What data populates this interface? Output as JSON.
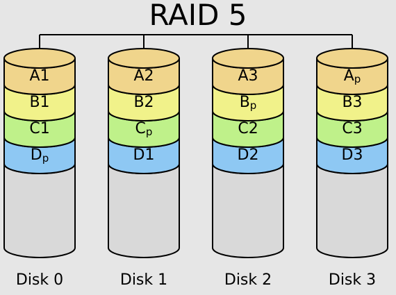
{
  "diagram": {
    "title": "RAID 5",
    "colors": {
      "background": "#e6e6e6",
      "A": "#f0d58c",
      "B": "#f1f28a",
      "C": "#bff18a",
      "D": "#8ec8f3",
      "empty": "#d9d9d9",
      "stroke": "#000000"
    },
    "disks": [
      {
        "label": "Disk 0",
        "blocks": [
          {
            "row": "A",
            "base": "A",
            "sub": "1",
            "parity": false
          },
          {
            "row": "B",
            "base": "B",
            "sub": "1",
            "parity": false
          },
          {
            "row": "C",
            "base": "C",
            "sub": "1",
            "parity": false
          },
          {
            "row": "D",
            "base": "D",
            "sub": "p",
            "parity": true
          }
        ]
      },
      {
        "label": "Disk 1",
        "blocks": [
          {
            "row": "A",
            "base": "A",
            "sub": "2",
            "parity": false
          },
          {
            "row": "B",
            "base": "B",
            "sub": "2",
            "parity": false
          },
          {
            "row": "C",
            "base": "C",
            "sub": "p",
            "parity": true
          },
          {
            "row": "D",
            "base": "D",
            "sub": "1",
            "parity": false
          }
        ]
      },
      {
        "label": "Disk 2",
        "blocks": [
          {
            "row": "A",
            "base": "A",
            "sub": "3",
            "parity": false
          },
          {
            "row": "B",
            "base": "B",
            "sub": "p",
            "parity": true
          },
          {
            "row": "C",
            "base": "C",
            "sub": "2",
            "parity": false
          },
          {
            "row": "D",
            "base": "D",
            "sub": "2",
            "parity": false
          }
        ]
      },
      {
        "label": "Disk 3",
        "blocks": [
          {
            "row": "A",
            "base": "A",
            "sub": "p",
            "parity": true
          },
          {
            "row": "B",
            "base": "B",
            "sub": "3",
            "parity": false
          },
          {
            "row": "C",
            "base": "C",
            "sub": "3",
            "parity": false
          },
          {
            "row": "D",
            "base": "D",
            "sub": "3",
            "parity": false
          }
        ]
      }
    ]
  }
}
